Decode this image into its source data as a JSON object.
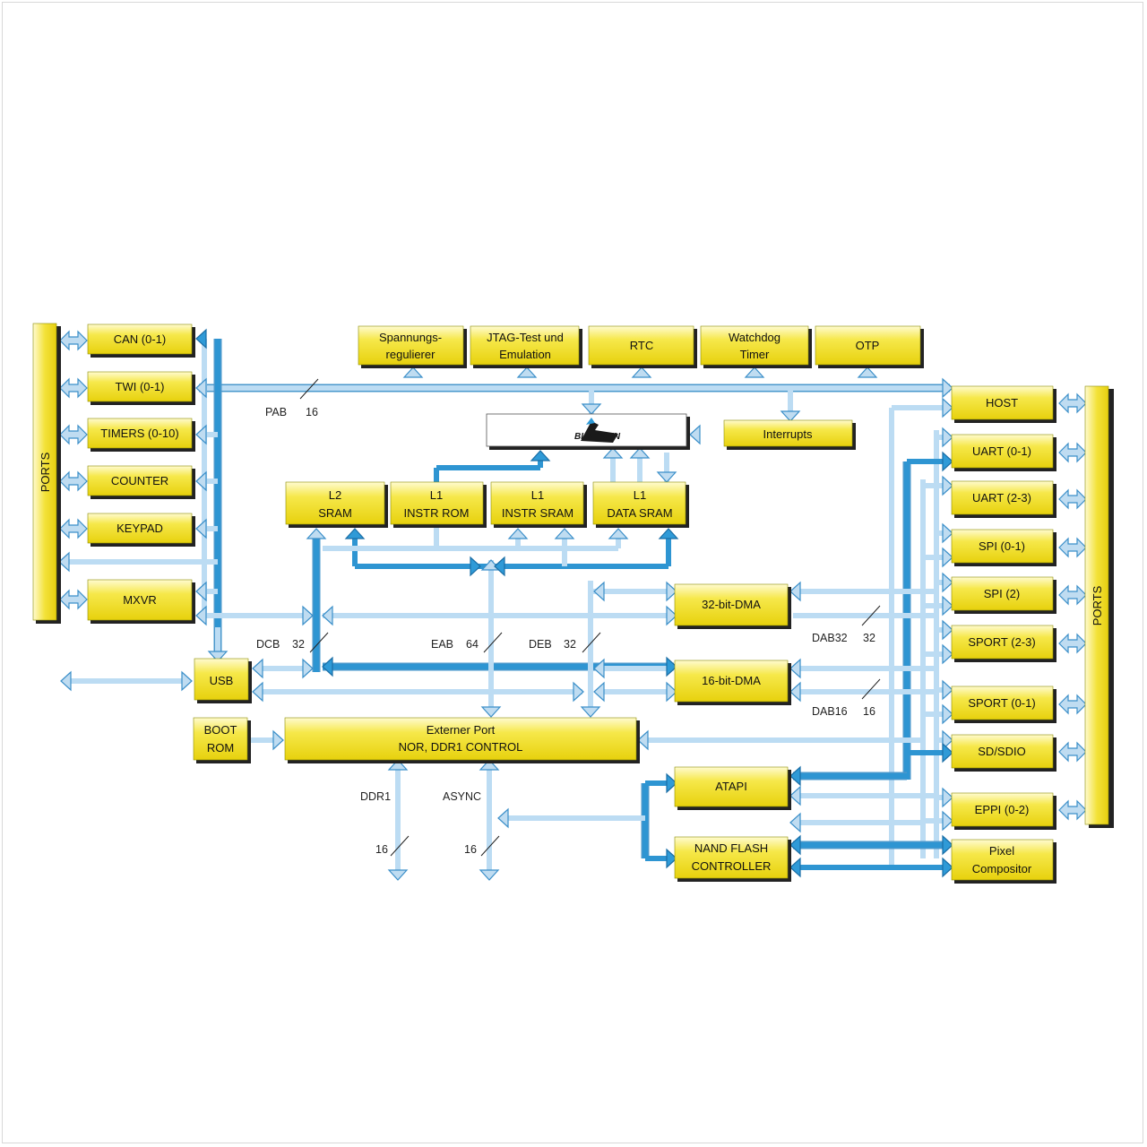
{
  "blocks": {
    "ports_left": "PORTS",
    "ports_right": "PORTS",
    "can": "CAN (0-1)",
    "twi": "TWI (0-1)",
    "timers": "TIMERS (0-10)",
    "counter": "COUNTER",
    "keypad": "KEYPAD",
    "mxvr": "MXVR",
    "spannung_1": "Spannungs-",
    "spannung_2": "regulierer",
    "jtag_1": "JTAG-Test und",
    "jtag_2": "Emulation",
    "rtc": "RTC",
    "watchdog_1": "Watchdog",
    "watchdog_2": "Timer",
    "otp": "OTP",
    "interrupts": "Interrupts",
    "core_logo": "BLACKFIN",
    "l2_1": "L2",
    "l2_2": "SRAM",
    "l1i_rom_1": "L1",
    "l1i_rom_2": "INSTR ROM",
    "l1i_sram_1": "L1",
    "l1i_sram_2": "INSTR SRAM",
    "l1d_1": "L1",
    "l1d_2": "DATA SRAM",
    "dma32": "32-bit-DMA",
    "dma16": "16-bit-DMA",
    "usb": "USB",
    "boot_1": "BOOT",
    "boot_2": "ROM",
    "extport_1": "Externer Port",
    "extport_2": "NOR, DDR1 CONTROL",
    "atapi": "ATAPI",
    "nand_1": "NAND FLASH",
    "nand_2": "CONTROLLER",
    "host": "HOST",
    "uart01": "UART (0-1)",
    "uart23": "UART (2-3)",
    "spi01": "SPI (0-1)",
    "spi2": "SPI (2)",
    "sport23": "SPORT (2-3)",
    "sport01": "SPORT (0-1)",
    "sdsdio": "SD/SDIO",
    "eppi": "EPPI (0-2)",
    "pixel_1": "Pixel",
    "pixel_2": "Compositor"
  },
  "bus_labels": {
    "pab": "PAB",
    "pab_w": "16",
    "dcb": "DCB",
    "dcb_w": "32",
    "eab": "EAB",
    "eab_w": "64",
    "deb": "DEB",
    "deb_w": "32",
    "dab32": "DAB32",
    "dab32_w": "32",
    "dab16": "DAB16",
    "dab16_w": "16",
    "ddr1": "DDR1",
    "ddr1_w": "16",
    "async": "ASYNC",
    "async_w": "16"
  },
  "colors": {
    "block_fill": "#f2e21c",
    "bus_light": "#bfdcf1",
    "bus_dark": "#2f9ad7"
  }
}
